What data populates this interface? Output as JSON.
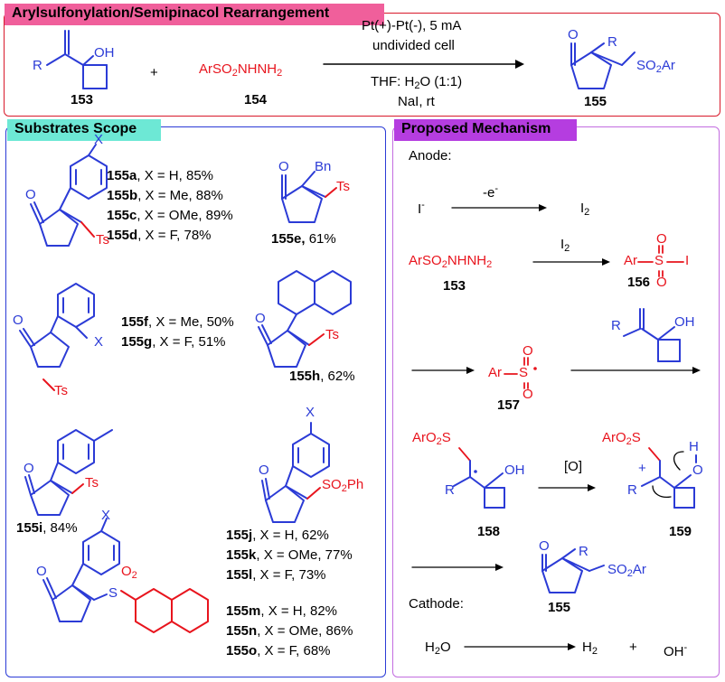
{
  "header": {
    "title": "Arylsulfonylation/Semipinacol Rearrangement",
    "title_bg": "#f05f9b",
    "border_color": "#d8192b",
    "reactant_a_id": "153",
    "reactant_b_id": "154",
    "plus": "+",
    "product_id": "155",
    "reagent_b": "ArSO2NHNH2",
    "conditions": [
      "Pt(+)-Pt(-), 5 mA",
      "undivided cell",
      "THF: H2O (1:1)",
      "NaI, rt"
    ],
    "atoms": {
      "R": "R",
      "OH": "OH",
      "O": "O",
      "SO2Ar": "SO2Ar"
    }
  },
  "scope": {
    "title": "Substrates Scope",
    "title_bg": "#6de8d5",
    "border_color": "#2b3bd6",
    "entries": {
      "a": "155a, X = H, 85%",
      "b": "155b, X = Me, 88%",
      "c": "155c, X = OMe, 89%",
      "d": "155d, X = F, 78%",
      "e": "155e, 61%",
      "f": "155f, X = Me, 50%",
      "g": "155g, X = F, 51%",
      "h": "155h, 62%",
      "i": "155i, 84%",
      "j": "155j, X = H, 62%",
      "k": "155k, X = OMe, 77%",
      "l": "155l, X = F, 73%",
      "m": "155m, X = H, 82%",
      "n": "155n, X = OMe, 86%",
      "o": "155o, X = F, 68%"
    },
    "atoms": {
      "X": "X",
      "Ts": "Ts",
      "Bn": "Bn",
      "O": "O",
      "SO2Ph": "SO2Ph",
      "S": "S",
      "O2": "O2"
    }
  },
  "mechanism": {
    "title": "Proposed Mechanism",
    "title_bg": "#b53de0",
    "border_color": "#c36de0",
    "anode": "Anode:",
    "cathode": "Cathode:",
    "step1": {
      "left": "I-",
      "arrow": "-e-",
      "right": "I2"
    },
    "step2": {
      "left": "ArSO2NHNH2",
      "left_id": "153",
      "arrow": "I2",
      "right_id": "156"
    },
    "step3": {
      "radical_id": "157"
    },
    "step4": {
      "left_id": "158",
      "arrow": "[O]",
      "right_id": "159"
    },
    "step5": {
      "product_id": "155"
    },
    "cathode_eq": {
      "left": "H2O",
      "right": "H2",
      "plus": "+",
      "product": "OH-"
    },
    "atoms": {
      "Ar": "Ar",
      "S": "S",
      "O": "O",
      "I": "I",
      "R": "R",
      "OH": "OH",
      "H": "H",
      "ArO2S": "ArO2S",
      "SO2Ar": "SO2Ar",
      "plus": "+"
    }
  }
}
